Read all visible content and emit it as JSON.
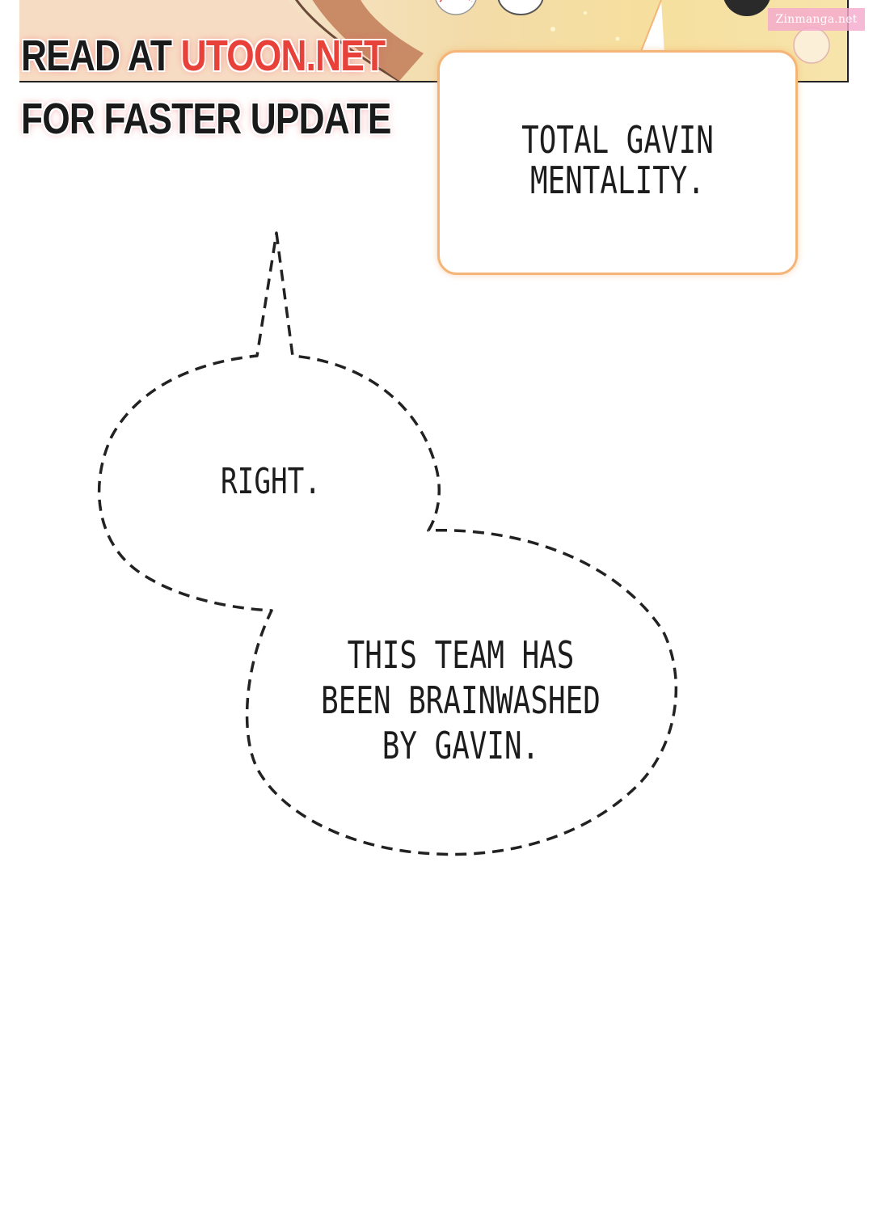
{
  "promo": {
    "line1_prefix": "READ AT ",
    "line1_site": "UTOON.NET",
    "line2": "FOR FASTER UPDATE"
  },
  "site_tag": "Zinmanga.net",
  "bubbles": {
    "total": "TOTAL GAVIN\nMENTALITY.",
    "right": "RIGHT.",
    "team": "THIS TEAM HAS\nBEEN BRAINWASHED\nBY GAVIN."
  },
  "colors": {
    "promo_accent": "#e8413a",
    "bubble_border": "#f3b678",
    "site_tag_bg": "#f4aacd"
  }
}
